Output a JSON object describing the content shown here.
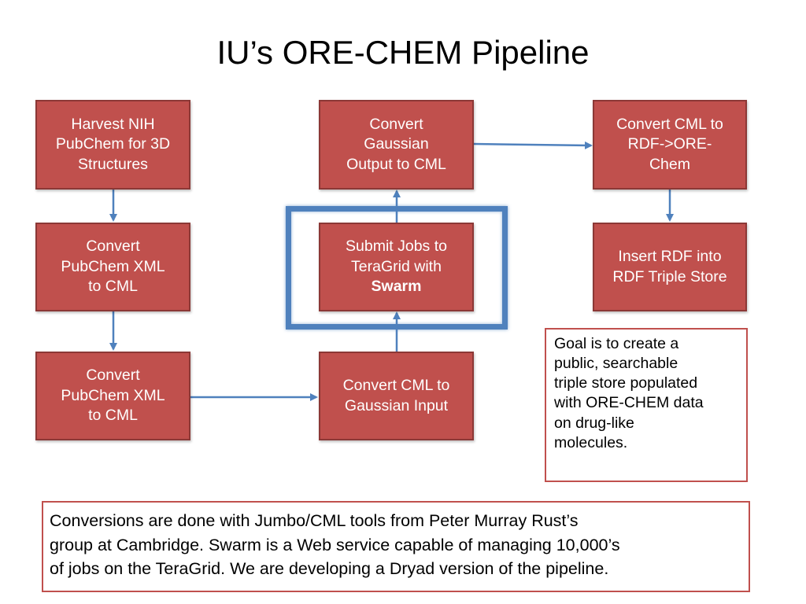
{
  "title": "IU’s ORE-CHEM Pipeline",
  "boxes": {
    "harvest": "Harvest NIH\nPubChem for 3D\nStructures",
    "convert_pubchem_1": "Convert\nPubChem XML\nto CML",
    "convert_pubchem_2": "Convert\nPubChem XML\nto CML",
    "convert_gaussian_output": "Convert\nGaussian\nOutput to CML",
    "submit_jobs": "Submit Jobs to\nTeraGrid with",
    "submit_jobs_bold": "Swarm",
    "convert_cml_gaussian": "Convert CML to\nGaussian Input",
    "convert_cml_rdf": "Convert CML to\nRDF->ORE-\nChem",
    "insert_rdf": "Insert RDF into\nRDF Triple Store"
  },
  "goal_note": "Goal is to create a\npublic, searchable\ntriple store populated\nwith ORE-CHEM data\non drug-like\nmolecules.",
  "footer_note": "Conversions are done with Jumbo/CML tools from Peter Murray Rust’s\ngroup at Cambridge.  Swarm is a Web service capable of managing 10,000’s\nof jobs on the TeraGrid.  We are developing a Dryad version of the pipeline.",
  "colors": {
    "box_fill": "#c0504d",
    "box_border": "#8c3836",
    "arrow": "#4f81bd",
    "highlight": "#4f81bd"
  }
}
